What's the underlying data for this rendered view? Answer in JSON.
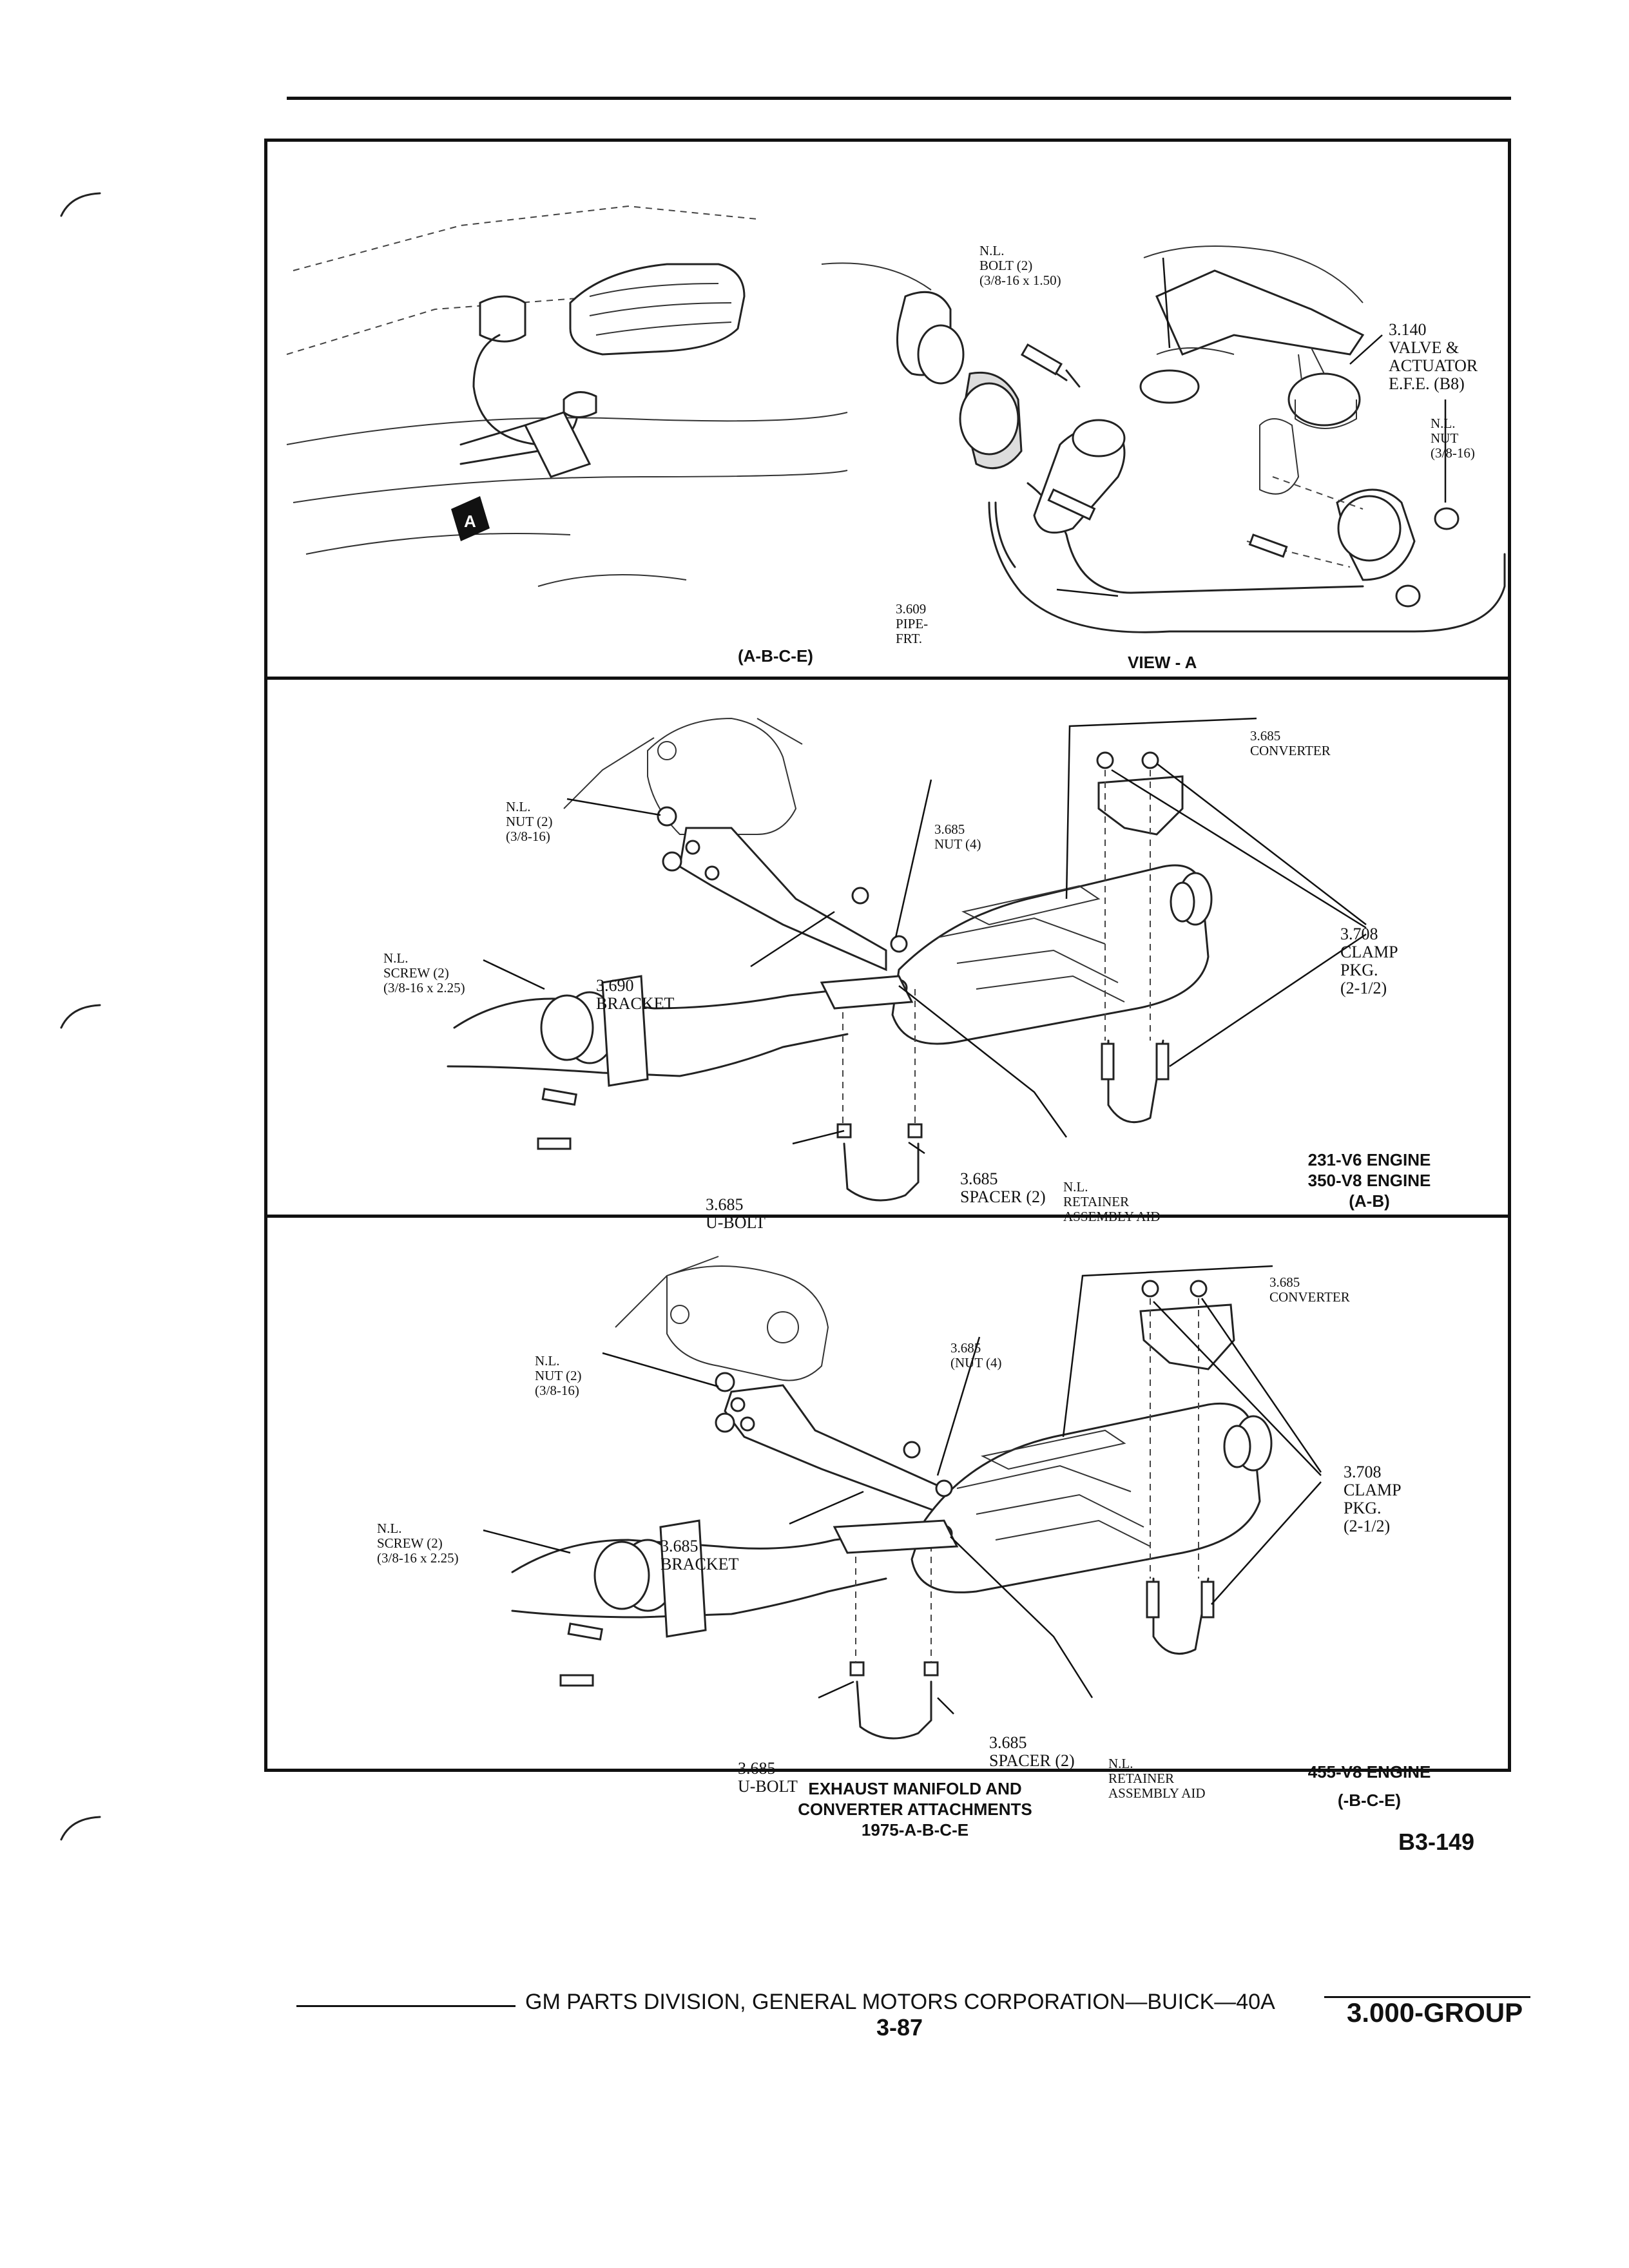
{
  "panel_top": {
    "region": "(A-B-C-E)",
    "view": "VIEW - A",
    "view_marker": "A",
    "bolt": {
      "l1": "N.L.",
      "l2": "BOLT (2)",
      "l3": "(3/8-16 x 1.50)"
    },
    "valve": {
      "l1": "3.140",
      "l2": "VALVE &",
      "l3": "ACTUATOR",
      "l4": "E.F.E. (B8)"
    },
    "nut": {
      "l1": "N.L.",
      "l2": "NUT",
      "l3": "(3/8-16)"
    },
    "pipe": {
      "l1": "3.609",
      "l2": "PIPE-",
      "l3": "FRT."
    }
  },
  "panel_mid": {
    "converter": {
      "l1": "3.685",
      "l2": "CONVERTER"
    },
    "nut_nl": {
      "l1": "N.L.",
      "l2": "NUT (2)",
      "l3": "(3/8-16)"
    },
    "nut4": {
      "l1": "3.685",
      "l2": "NUT (4)"
    },
    "clamp": {
      "l1": "3.708",
      "l2": "CLAMP",
      "l3": "PKG.",
      "l4": "(2-1/2)"
    },
    "bracket": {
      "l1": "3.690",
      "l2": "BRACKET"
    },
    "screw": {
      "l1": "N.L.",
      "l2": "SCREW (2)",
      "l3": "(3/8-16 x 2.25)"
    },
    "spacer": {
      "l1": "3.685",
      "l2": "SPACER (2)"
    },
    "ubolt": {
      "l1": "3.685",
      "l2": "U-BOLT"
    },
    "retainer": {
      "l1": "N.L.",
      "l2": "RETAINER",
      "l3": "ASSEMBLY AID"
    },
    "engine": {
      "l1": "231-V6 ENGINE",
      "l2": "350-V8 ENGINE",
      "l3": "(A-B)"
    }
  },
  "panel_bot": {
    "converter": {
      "l1": "3.685",
      "l2": "CONVERTER"
    },
    "nut_nl": {
      "l1": "N.L.",
      "l2": "NUT (2)",
      "l3": "(3/8-16)"
    },
    "nut4": {
      "l1": "3.685",
      "l2": "(NUT (4)"
    },
    "clamp": {
      "l1": "3.708",
      "l2": "CLAMP",
      "l3": "PKG.",
      "l4": "(2-1/2)"
    },
    "bracket": {
      "l1": "3.685",
      "l2": "BRACKET"
    },
    "screw": {
      "l1": "N.L.",
      "l2": "SCREW (2)",
      "l3": "(3/8-16 x 2.25)"
    },
    "spacer": {
      "l1": "3.685",
      "l2": "SPACER (2)"
    },
    "ubolt": {
      "l1": "3.685",
      "l2": "U-BOLT"
    },
    "retainer": {
      "l1": "N.L.",
      "l2": "RETAINER",
      "l3": "ASSEMBLY AID"
    },
    "engine": {
      "l1": "455-V8 ENGINE",
      "l2": "(-B-C-E)"
    }
  },
  "caption": {
    "l1": "EXHAUST MANIFOLD AND",
    "l2": "CONVERTER ATTACHMENTS",
    "l3": "1975-A-B-C-E"
  },
  "figure_number": "B3-149",
  "footer": {
    "text": "GM PARTS DIVISION, GENERAL MOTORS CORPORATION—BUICK—40A",
    "page": "3-87",
    "group": "3.000-GROUP"
  }
}
